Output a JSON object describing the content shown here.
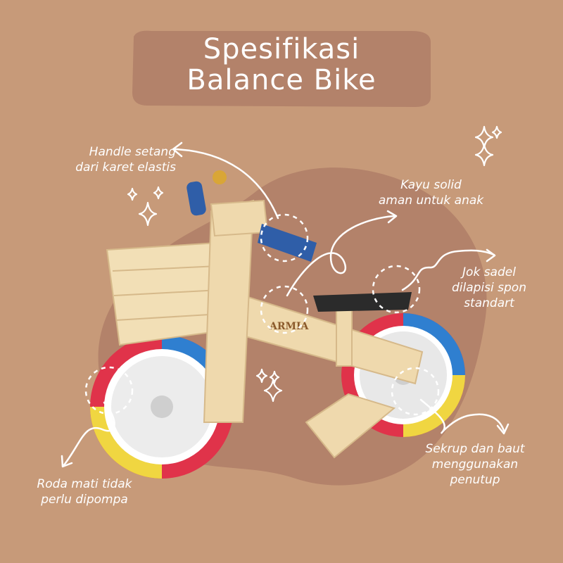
{
  "title": {
    "line1": "Spesifikasi",
    "line2": "Balance Bike"
  },
  "annotations": [
    {
      "lines": [
        "Handle setang",
        "dari karet elastis"
      ]
    },
    {
      "lines": [
        "Kayu solid",
        "aman untuk anak"
      ]
    },
    {
      "lines": [
        "Jok sadel",
        "dilapisi spon",
        "standart"
      ]
    },
    {
      "lines": [
        "Roda mati tidak",
        "perlu dipompa"
      ]
    },
    {
      "lines": [
        "Sekrup dan baut",
        "menggunakan",
        "penutup"
      ]
    }
  ],
  "product": {
    "brand_mark": "ARMIA"
  },
  "colors": {
    "background": "#c79a79",
    "blob": "#b3826a",
    "banner": "#b3826a",
    "text": "#ffffff",
    "wood": "#efd9ad",
    "handle": "#2f5ea8",
    "tire_red": "#e0334a",
    "tire_blue": "#2f7fd0",
    "tire_yellow": "#f0d641",
    "seat": "#2b2b2b"
  },
  "icons": [
    "sparkle-icon",
    "arrow-icon",
    "dashed-circle-icon"
  ]
}
